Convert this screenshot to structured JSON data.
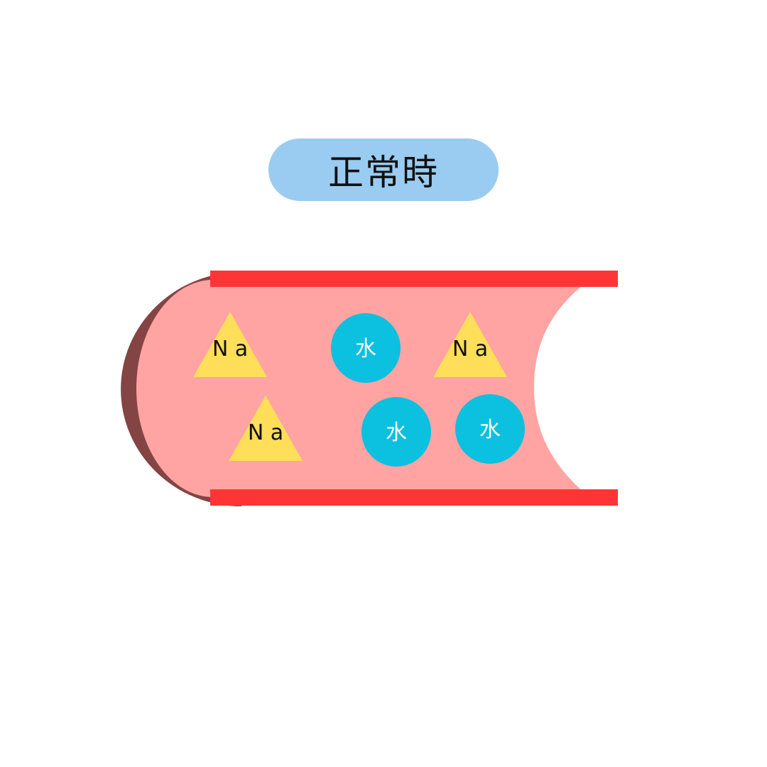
{
  "title": "正常時",
  "colors": {
    "title_pill": "#99CCF0",
    "vessel_fill": "#FFA3A3",
    "vessel_wall": "#FF3535",
    "vessel_end": "#844444",
    "sodium": "#FFDE59",
    "water": "#0CC0DF",
    "sodium_text": "#111111",
    "water_text": "#FFFFFF"
  },
  "particles": [
    {
      "kind": "sodium",
      "label": "N a"
    },
    {
      "kind": "water",
      "label": "水"
    },
    {
      "kind": "sodium",
      "label": "N a"
    },
    {
      "kind": "water",
      "label": "水"
    },
    {
      "kind": "sodium",
      "label": "N a"
    },
    {
      "kind": "water",
      "label": "水"
    }
  ]
}
